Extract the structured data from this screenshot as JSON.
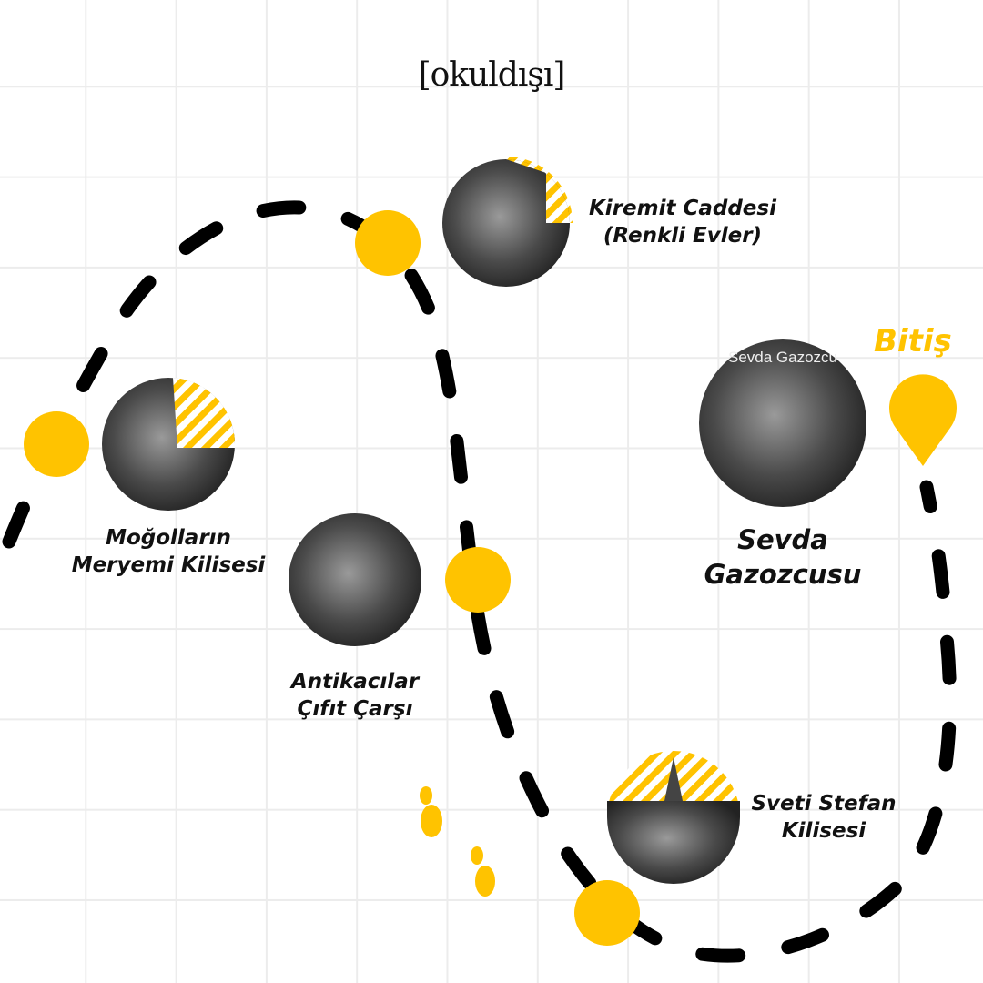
{
  "brand": {
    "logo_text": "[okuldışı]"
  },
  "colors": {
    "accent": "#FFC300",
    "route": "#000000",
    "grid": "#ececec"
  },
  "end_label": "Bitiş",
  "stops": [
    {
      "name": "Kiremit Caddesi",
      "subtitle": "(Renkli Evler)"
    },
    {
      "name": "Moğolların",
      "subtitle": "Meryemi Kilisesi"
    },
    {
      "name": "Antikacılar",
      "subtitle": "Çıfıt Çarşı"
    },
    {
      "name": "Sevda",
      "subtitle": "Gazozcusu",
      "photo_sign": "Sevda Gazozcu"
    },
    {
      "name": "Sveti Stefan",
      "subtitle": "Kilisesi"
    }
  ],
  "icons": [
    "map-pin-icon",
    "footprints-icon"
  ]
}
